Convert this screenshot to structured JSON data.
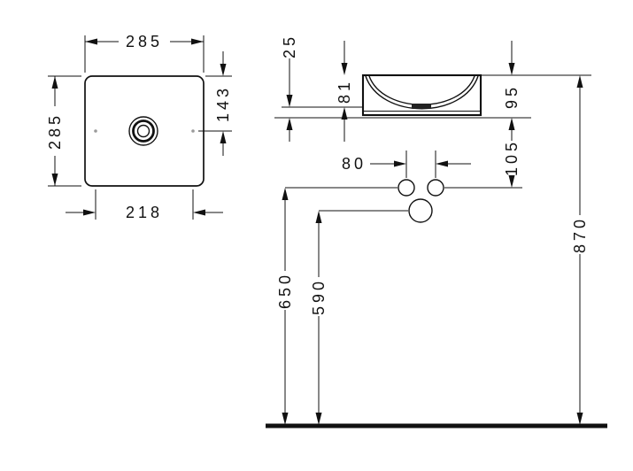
{
  "drawing": {
    "type": "washbasin technical dimension drawing",
    "views": {
      "plan": {
        "outer_width": "285",
        "outer_depth": "285",
        "inner_width": "218",
        "drain_center_offset": "143"
      },
      "elevation": {
        "counter_gap": "25",
        "bowl_depth": "81",
        "basin_height": "95",
        "hole_spacing": "80",
        "drain_offset": "105",
        "supply_height": "650",
        "waste_height": "590",
        "rim_height": "870"
      }
    },
    "colors": {
      "line": "#111111",
      "background": "#ffffff"
    }
  }
}
